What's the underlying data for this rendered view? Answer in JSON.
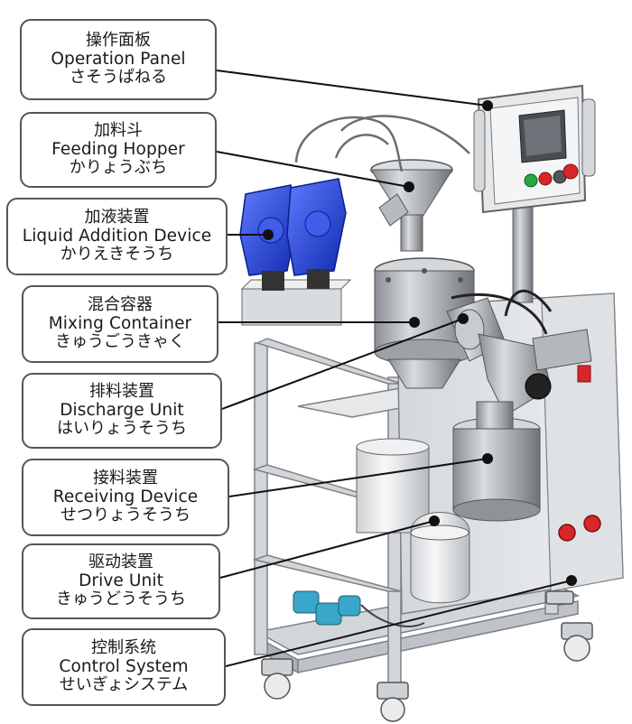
{
  "labels": [
    {
      "zh": "操作面板",
      "en": "Operation Panel",
      "jp": "さそうぱねる"
    },
    {
      "zh": "加料斗",
      "en": "Feeding Hopper",
      "jp": "かりょうぶち"
    },
    {
      "zh": "加液装置",
      "en": "Liquid Addition Device",
      "jp": "かりえきそうち"
    },
    {
      "zh": "混合容器",
      "en": "Mixing Container",
      "jp": "きゅうごうきゃく"
    },
    {
      "zh": "排料装置",
      "en": "Discharge Unit",
      "jp": "はいりょうそうち"
    },
    {
      "zh": "接料装置",
      "en": "Receiving Device",
      "jp": "せつりょうそうち"
    },
    {
      "zh": "驱动装置",
      "en": "Drive Unit",
      "jp": "きゅうどうそうち"
    },
    {
      "zh": "控制系统",
      "en": "Control System",
      "jp": "せいぎょシステム"
    }
  ],
  "colors": {
    "frame": "#c9ccd0",
    "frame_dark": "#8e9297",
    "steel": "#a9adb2",
    "panel": "#e3e5e8",
    "pump_blue": "#2447d8",
    "motor_cyan": "#3aa6c9",
    "stop_red": "#d8262a",
    "start_green": "#27a645",
    "leader": "#111111"
  }
}
